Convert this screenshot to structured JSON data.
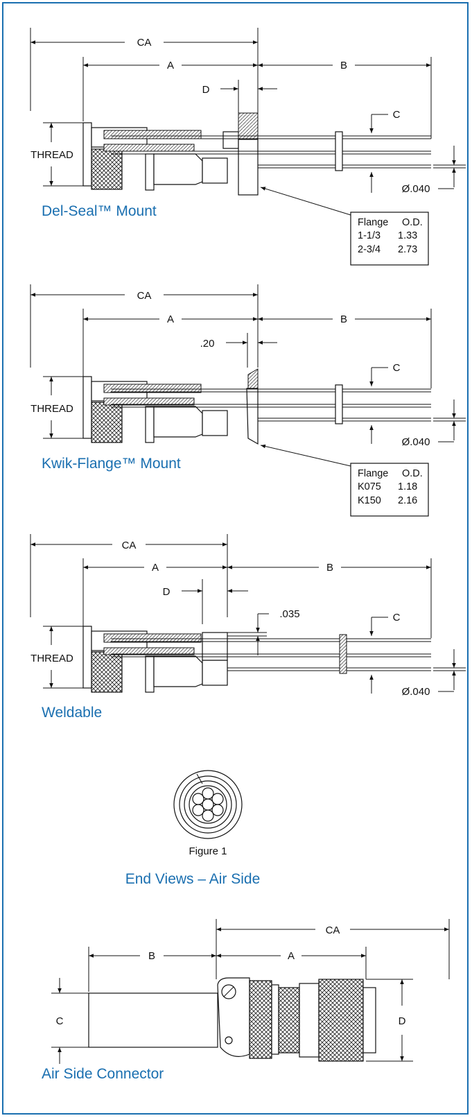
{
  "sections": [
    {
      "caption": "Del-Seal™ Mount",
      "dims": {
        "ca": "CA",
        "a": "A",
        "b": "B",
        "c": "C",
        "d": "D",
        "thread": "THREAD",
        "pin": "Ø.040"
      },
      "table": {
        "h1": "Flange",
        "h2": "O.D.",
        "rows": [
          [
            "1-1/3",
            "1.33"
          ],
          [
            "2-3/4",
            "2.73"
          ]
        ]
      }
    },
    {
      "caption": "Kwik-Flange™ Mount",
      "dims": {
        "ca": "CA",
        "a": "A",
        "b": "B",
        "c": "C",
        "d": ".20",
        "thread": "THREAD",
        "pin": "Ø.040"
      },
      "table": {
        "h1": "Flange",
        "h2": "O.D.",
        "rows": [
          [
            "K075",
            "1.18"
          ],
          [
            "K150",
            "2.16"
          ]
        ]
      }
    },
    {
      "caption": "Weldable",
      "dims": {
        "ca": "CA",
        "a": "A",
        "b": "B",
        "c": "C",
        "d": "D",
        "t": ".035",
        "thread": "THREAD",
        "pin": "Ø.040"
      }
    }
  ],
  "end_view": {
    "figure": "Figure 1",
    "caption": "End Views – Air Side"
  },
  "air_side": {
    "caption": "Air Side Connector",
    "dims": {
      "ca": "CA",
      "a": "A",
      "b": "B",
      "c": "C",
      "d": "D"
    }
  },
  "colors": {
    "accent": "#1a6fb0",
    "line": "#111111"
  }
}
